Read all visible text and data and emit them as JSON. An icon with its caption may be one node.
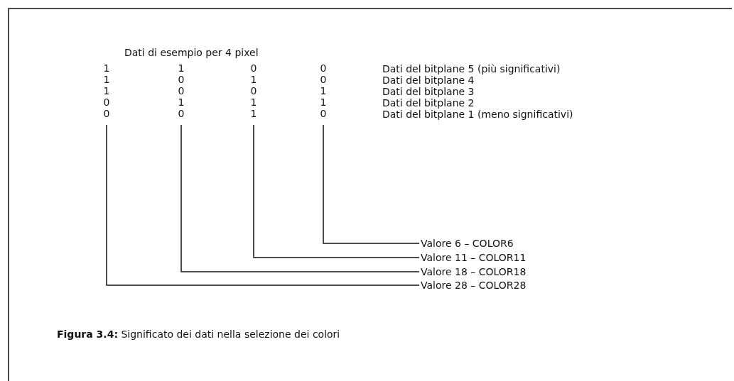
{
  "diagram": {
    "title": "Dati di esempio per 4 pixel",
    "caption": "**Figura 3.4:** Significato dei dati nella selezione dei colori",
    "nodes": [
      {
        "text": [
          "1",
          "1",
          "1",
          "0",
          "0"
        ]
      },
      {
        "text": [
          "1",
          "0",
          "0",
          "1",
          "0"
        ]
      },
      {
        "text": [
          "0",
          "1",
          "0",
          "1",
          "1"
        ]
      },
      {
        "text": [
          "0",
          "0",
          "1",
          "1",
          "0"
        ]
      },
      {
        "text": [
          "Valore 6 – COLOR6"
        ]
      },
      {
        "text": [
          "Valore 11 – COLOR11"
        ]
      },
      {
        "text": [
          "Valore 18 – COLOR18"
        ]
      },
      {
        "text": [
          "Valore 28 – COLOR28"
        ]
      }
    ],
    "edges": [
      {
        "from": 3,
        "to": 4,
        "arrow": "none"
      },
      {
        "from": 2,
        "to": 5,
        "arrow": "none"
      },
      {
        "from": 1,
        "to": 6,
        "arrow": "none"
      },
      {
        "from": 0,
        "to": 7,
        "arrow": "none"
      }
    ],
    "labels": [
      "Dati del bitplane 5 (più significativi)",
      "Dati del bitplane 4",
      "Dati del bitplane 3",
      "Dati del bitplane 2",
      "Dati del bitplane 1 (meno significativi)"
    ]
  }
}
